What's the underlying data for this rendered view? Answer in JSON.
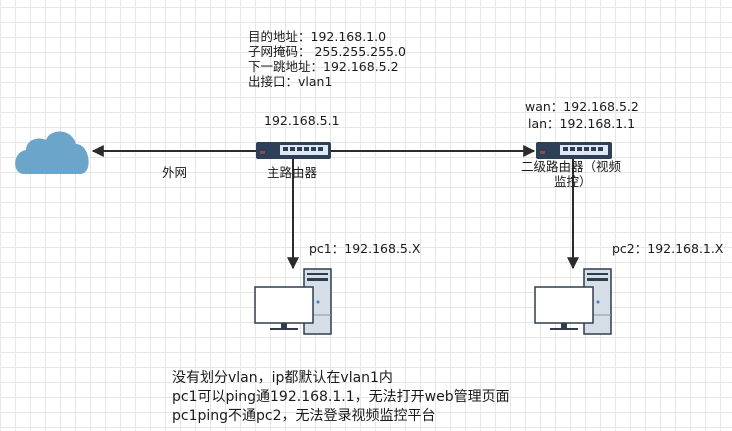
{
  "diagram": {
    "route_info": {
      "dest": "目的地址：192.168.1.0",
      "mask": "子网掩码： 255.255.255.0",
      "next_hop": "下一跳地址：192.168.5.2",
      "interface": "出接口：vlan1"
    },
    "main_router": {
      "ip": "192.168.5.1",
      "label": "主路由器"
    },
    "secondary_router": {
      "wan": "wan：192.168.5.2",
      "lan": "lan：192.168.1.1",
      "label_line1": "二级路由器（视频",
      "label_line2": "监控）"
    },
    "internet": {
      "label": "外网"
    },
    "pc1": {
      "label": "pc1：192.168.5.X"
    },
    "pc2": {
      "label": "pc2：192.168.1.X"
    },
    "notes": [
      "没有划分vlan，ip都默认在vlan1内",
      "pc1可以ping通192.168.1.1，无法打开web管理页面",
      "pc1ping不通pc2，无法登录视频监控平台"
    ],
    "colors": {
      "cloud": "#6ba5c9",
      "router_body": "#2e4057",
      "router_ports": "#dfe8f2",
      "line": "#2b2b2b",
      "tower": "#d5dde6",
      "outline": "#2e3d4c"
    }
  }
}
